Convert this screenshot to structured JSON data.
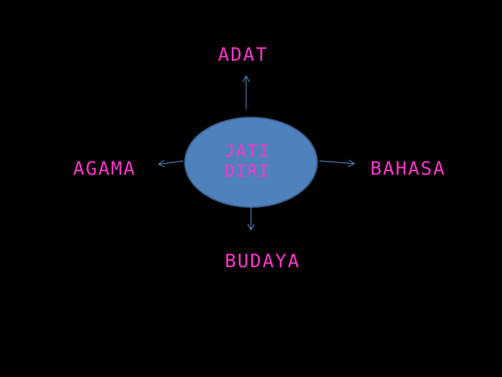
{
  "diagram": {
    "center": {
      "line1": "JATI",
      "line2": "DIRI"
    },
    "top": "ADAT",
    "left": "AGAMA",
    "right": "BAHASA",
    "bottom": "BUDAYA"
  },
  "colors": {
    "background": "#000000",
    "text": "#ff33cc",
    "ellipse_fill": "#4f81bd",
    "ellipse_stroke": "#385d8a",
    "arrow": "#4f81bd"
  }
}
